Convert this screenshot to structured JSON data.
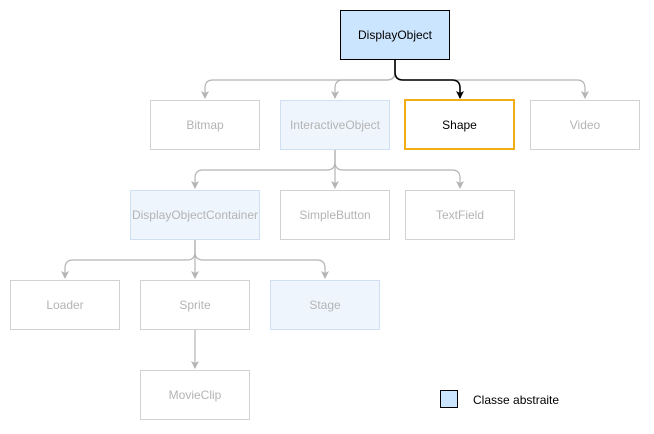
{
  "nodes": {
    "display_object": "DisplayObject",
    "bitmap": "Bitmap",
    "interactive_object": "InteractiveObject",
    "shape": "Shape",
    "video": "Video",
    "display_object_container": "DisplayObjectContainer",
    "simple_button": "SimpleButton",
    "text_field": "TextField",
    "loader": "Loader",
    "sprite": "Sprite",
    "stage": "Stage",
    "movie_clip": "MovieClip"
  },
  "legend": {
    "label": "Classe abstraite",
    "swatch_color": "#cce5ff"
  },
  "colors": {
    "abstract_fill": "#cce5ff",
    "highlight_border": "#f0ad16",
    "faded_edge": "#b4b4b4"
  }
}
